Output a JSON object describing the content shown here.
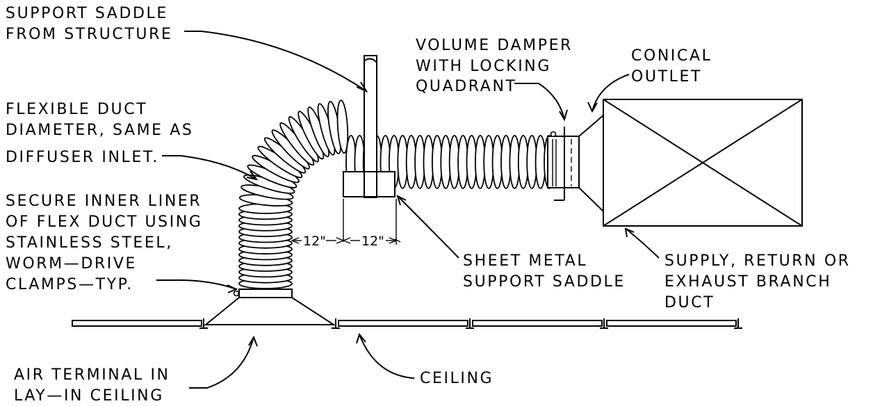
{
  "labels": {
    "support_saddle": [
      "SUPPORT SADDLE",
      "FROM STRUCTURE"
    ],
    "volume_damper": [
      "VOLUME DAMPER",
      "WITH LOCKING",
      "QUADRANT"
    ],
    "conical_outlet": [
      "CONICAL",
      "OUTLET"
    ],
    "flexible_duct": [
      "FLEXIBLE DUCT",
      "DIAMETER, SAME AS",
      "DIFFUSER INLET."
    ],
    "secure_liner": [
      "SECURE INNER LINER",
      "OF FLEX DUCT USING",
      "STAINLESS STEEL,",
      "WORM—DRIVE",
      "CLAMPS—TYP."
    ],
    "sheet_metal_saddle": [
      "SHEET METAL",
      "SUPPORT SADDLE"
    ],
    "branch_duct": [
      "SUPPLY, RETURN OR",
      "EXHAUST BRANCH",
      "DUCT"
    ],
    "air_terminal": [
      "AIR TERMINAL IN",
      "LAY—IN CEILING"
    ],
    "ceiling": [
      "CEILING"
    ]
  },
  "dimensions": {
    "left": "12\"",
    "right": "12\""
  }
}
